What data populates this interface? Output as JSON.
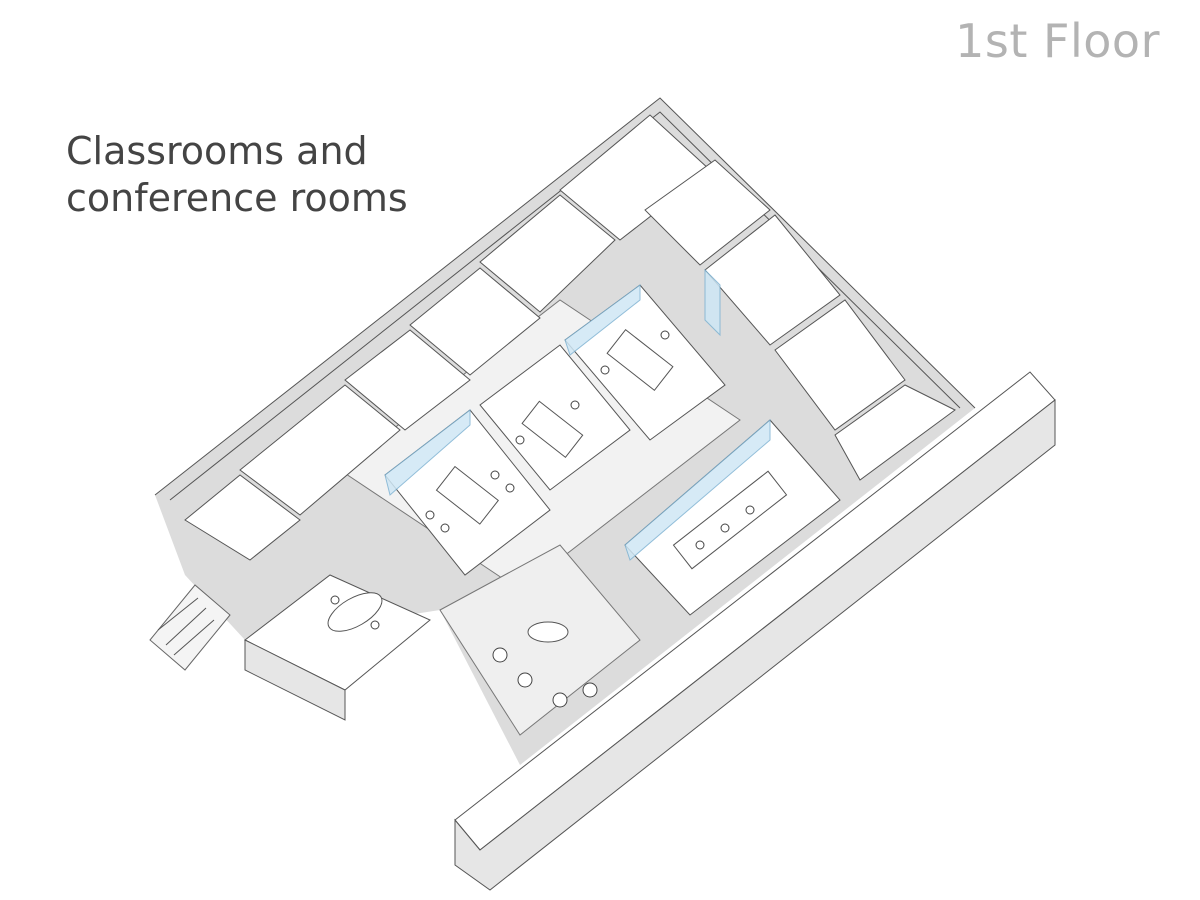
{
  "header": {
    "floor": "1st Floor",
    "heading_line1": "Classrooms and",
    "heading_line2": "conference rooms"
  }
}
